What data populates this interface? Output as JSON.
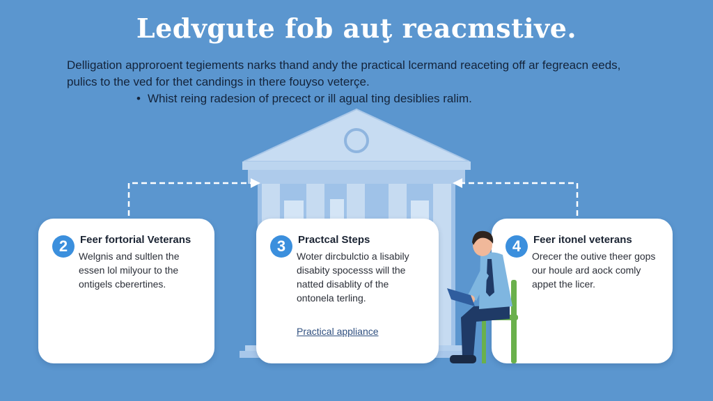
{
  "heading": "Ledvgute fob auţ reacmstive.",
  "intro": [
    "Delligation approroent tegiements narks thand andy the practical lcermand reaceting off ar fegreacn eeds,",
    "pulics to the ved for thet candings in there fouyso veterçe."
  ],
  "bullet": "Whist reing radesion of precect or ill agual ting desiblies ralim.",
  "cards": [
    {
      "number": "2",
      "title": "Feer fortorial Veterans",
      "lines": [
        "Welgnis and sultlen the",
        "essen lol milyour to the",
        "ontigels cberertines."
      ]
    },
    {
      "number": "3",
      "title": "Practcal Steps",
      "lines": [
        "Woter dircbulctio a lisabily",
        "disabity spocesss will the",
        "natted disablity of the",
        "ontonela terling."
      ],
      "link": "Practical appliance"
    },
    {
      "number": "4",
      "title": "Feer itonel veterans",
      "lines": [
        "Orecer the outive theer gops",
        "our houle ard aock comly",
        "appet the licer."
      ]
    }
  ],
  "colors": {
    "background": "#5b96cf",
    "building": "#b9d3ef",
    "number_badge": "#3b8fdd",
    "chair": "#6ab04c",
    "shirt": "#7fb6e0",
    "trousers": "#1f3a66"
  }
}
